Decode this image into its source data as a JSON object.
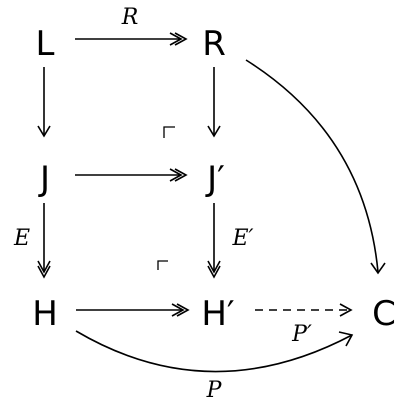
{
  "nodes": {
    "L": "L",
    "R": "R",
    "J": "J",
    "J_prime": "J′",
    "H": "H",
    "H_prime": "H′",
    "C": "C"
  },
  "labels": {
    "L_to_R": "R",
    "J_to_H": "E",
    "Jprime_to_Hprime": "E′",
    "Hprime_to_C": "P′",
    "H_to_C": "P"
  }
}
